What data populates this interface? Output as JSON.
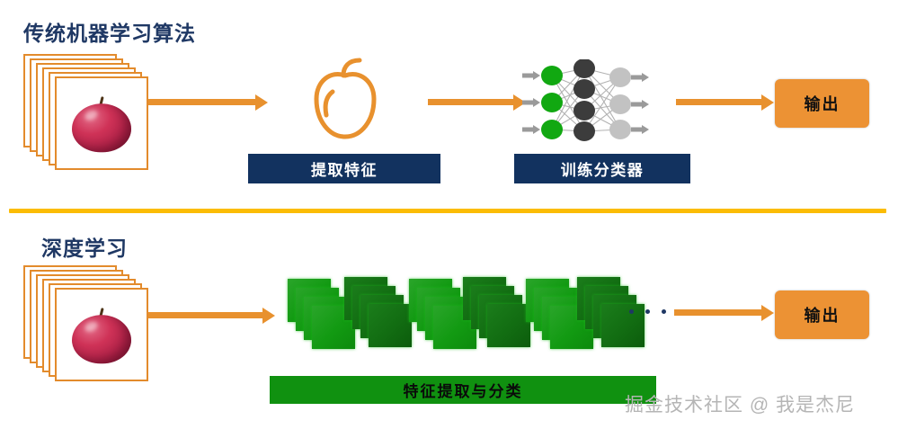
{
  "figure": {
    "divider_color": "#fbbc05",
    "background": "#ffffff"
  },
  "sections": {
    "traditional": {
      "title": "传统机器学习算法",
      "title_color": "#1f3864",
      "input": {
        "name": "apple-image-stack",
        "card_count": 6,
        "border_color": "#e38b2c"
      },
      "steps": [
        {
          "icon": "apple-outline-icon",
          "label": "提取特征",
          "label_bg": "#12325f",
          "label_color": "#ffffff"
        },
        {
          "icon": "neural-network-icon",
          "label": "训练分类器",
          "label_bg": "#12325f",
          "label_color": "#ffffff"
        }
      ],
      "neural_network": {
        "input_nodes": 3,
        "hidden_nodes": 4,
        "output_nodes": 3,
        "input_color": "#11a811",
        "hidden_color": "#3c3c3c",
        "output_color": "#c2c2c2",
        "edge_color": "#a8a8a8"
      },
      "output": {
        "label": "输出",
        "bg": "#ec9234",
        "color": "#111111"
      },
      "arrows": 3,
      "arrow_color": "#e8912e"
    },
    "deep": {
      "title": "深度学习",
      "title_color": "#1f3864",
      "input": {
        "name": "apple-image-stack",
        "card_count": 6,
        "border_color": "#e38b2c"
      },
      "conv_stacks": [
        {
          "shade": "light",
          "squares": 4
        },
        {
          "shade": "dark",
          "squares": 4
        },
        {
          "shade": "light",
          "squares": 4
        },
        {
          "shade": "dark",
          "squares": 4
        },
        {
          "shade": "light",
          "squares": 4
        },
        {
          "shade": "dark",
          "squares": 4
        }
      ],
      "ellipsis": "···",
      "ellipsis_dots": 3,
      "label": "特征提取与分类",
      "label_bg": "#109110",
      "label_color": "#0a0a0a",
      "output": {
        "label": "输出",
        "bg": "#ec9234",
        "color": "#111111"
      },
      "arrows": 2,
      "arrow_color": "#e8912e"
    }
  },
  "watermark": {
    "text": "掘金技术社区 @ 我是杰尼",
    "color": "#b5b5b5"
  }
}
